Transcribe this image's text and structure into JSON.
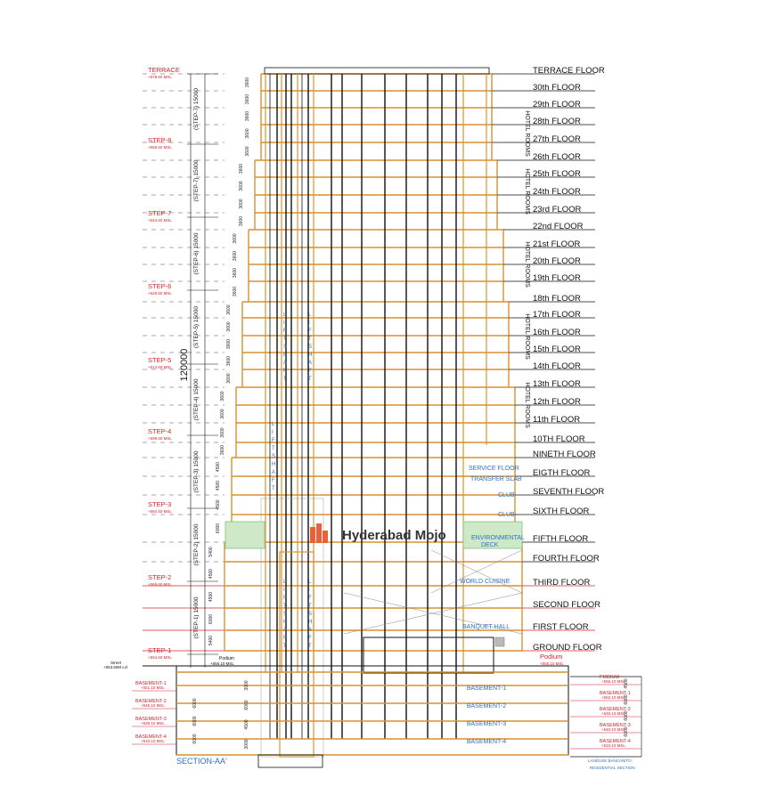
{
  "floors_right": [
    "TERRACE FLOOR",
    "30th FLOOR",
    "29th FLOOR",
    "28th FLOOR",
    "27th FLOOR",
    "26th FLOOR",
    "25th FLOOR",
    "24th FLOOR",
    "23rd FLOOR",
    "22nd FLOOR",
    "21st FLOOR",
    "20th FLOOR",
    "19th FLOOR",
    "18th FLOOR",
    "17th FLOOR",
    "16th FLOOR",
    "15th FLOOR",
    "14th FLOOR",
    "13th FLOOR",
    "12th FLOOR",
    "11th FLOOR",
    "10TH FLOOR",
    "NINETH FLOOR",
    "EIGTH FLOOR",
    "SEVENTH FLOOR",
    "SIXTH FLOOR",
    "FIFTH FLOOR",
    "FOURTH FLOOR",
    "THIRD FLOOR",
    "SECOND FLOOR",
    "FIRST FLOOR",
    "GROUND FLOOR"
  ],
  "hotel_rooms_label": "HOTEL ROOMS",
  "steps_left": [
    {
      "name": "TERRACE",
      "level": "+678.60 MSL"
    },
    {
      "name": "STEP-8",
      "level": "+659.60 MSL"
    },
    {
      "name": "STEP-7",
      "level": "+644.60 MSL"
    },
    {
      "name": "STEP-6",
      "level": "+629.60 MSL"
    },
    {
      "name": "STEP-5",
      "level": "+614.60 MSL"
    },
    {
      "name": "STEP-4",
      "level": "+599.60 MSL"
    },
    {
      "name": "STEP-3",
      "level": "+584.60 MSL"
    },
    {
      "name": "STEP-2",
      "level": "+569.60 MSL"
    },
    {
      "name": "STEP-1",
      "level": "+554.60 MSL"
    }
  ],
  "step_dims": [
    "(STEP-7) 15000",
    "(STEP-7) 15000",
    "(STEP-6) 15000",
    "(STEP-5) 15000",
    "(STEP-4) 15000",
    "(STEP-3) 15000",
    "(STEP-2) 15000",
    "(STEP-1) 15000"
  ],
  "overall_height": "120000",
  "floor_dims": [
    "3600",
    "3600",
    "3600",
    "3600",
    "3600",
    "3600",
    "3600",
    "3600",
    "3600",
    "3600",
    "3600",
    "3600",
    "3600",
    "3600",
    "3600",
    "3600",
    "3600",
    "3600",
    "3600",
    "3600",
    "3600",
    "3600",
    "4500",
    "4500",
    "4500",
    "6000",
    "5400",
    "4500",
    "4500",
    "6000",
    "5400"
  ],
  "lift_shaft": "LIFT SHAFT",
  "room_labels": {
    "service_floor": "SERVICE FLOOR",
    "transfer_slab": "TRANSFER SLAB",
    "club": "CLUB",
    "environmental_deck": "ENVIRONMENTAL DECK",
    "world_cuisine": "WORLD CUISINE",
    "banquet_hall": "BANQUET HALL",
    "podium": "Podium",
    "podium_level": "+556.10 MSL"
  },
  "basements": [
    "BASEMENT-1",
    "BASEMENT-2",
    "BASEMENT-3",
    "BASEMENT-4"
  ],
  "basements_left": [
    {
      "name": "BASEMENT-1",
      "level": "+551.10 MSL"
    },
    {
      "name": "BASEMENT-2",
      "level": "+545.10 MSL"
    },
    {
      "name": "BASEMENT-3",
      "level": "+539.10 MSL"
    },
    {
      "name": "BASEMENT-4",
      "level": "+533.10 MSL"
    }
  ],
  "basements_right": [
    {
      "name": "PODIUM",
      "level": "+556.10 MSL"
    },
    {
      "name": "BASEMENT-1",
      "level": "+552.10 MSL"
    },
    {
      "name": "BASEMENT-2",
      "level": "+546.10 MSL"
    },
    {
      "name": "BASEMENT-3",
      "level": "+540.10 MSL"
    },
    {
      "name": "BASEMENT-4",
      "level": "+534.10 MSL"
    }
  ],
  "basement_dims": [
    "6000",
    "6000",
    "6000"
  ],
  "basement_right_dims": [
    "4500",
    "6000",
    "6000",
    "6000"
  ],
  "core_dims": [
    "3000",
    "6000",
    "4500",
    "3000"
  ],
  "street_label": "Street",
  "street_level": "+553.60M Lvl",
  "podium_left": "Podium",
  "podium_left_level": "+555.10 MSL",
  "section_title": "SECTION-AA'",
  "neighbour_note_1": "LANDUSE BANCANITO",
  "neighbour_note_2": "RESIDENTIAL SECTION",
  "watermark": "Hyderabad Mojo",
  "colors": {
    "structure": "#d9922e",
    "red": "#d3242b",
    "blue": "#2e6fc4",
    "grid": "#111111",
    "green": "#7bc47b"
  }
}
